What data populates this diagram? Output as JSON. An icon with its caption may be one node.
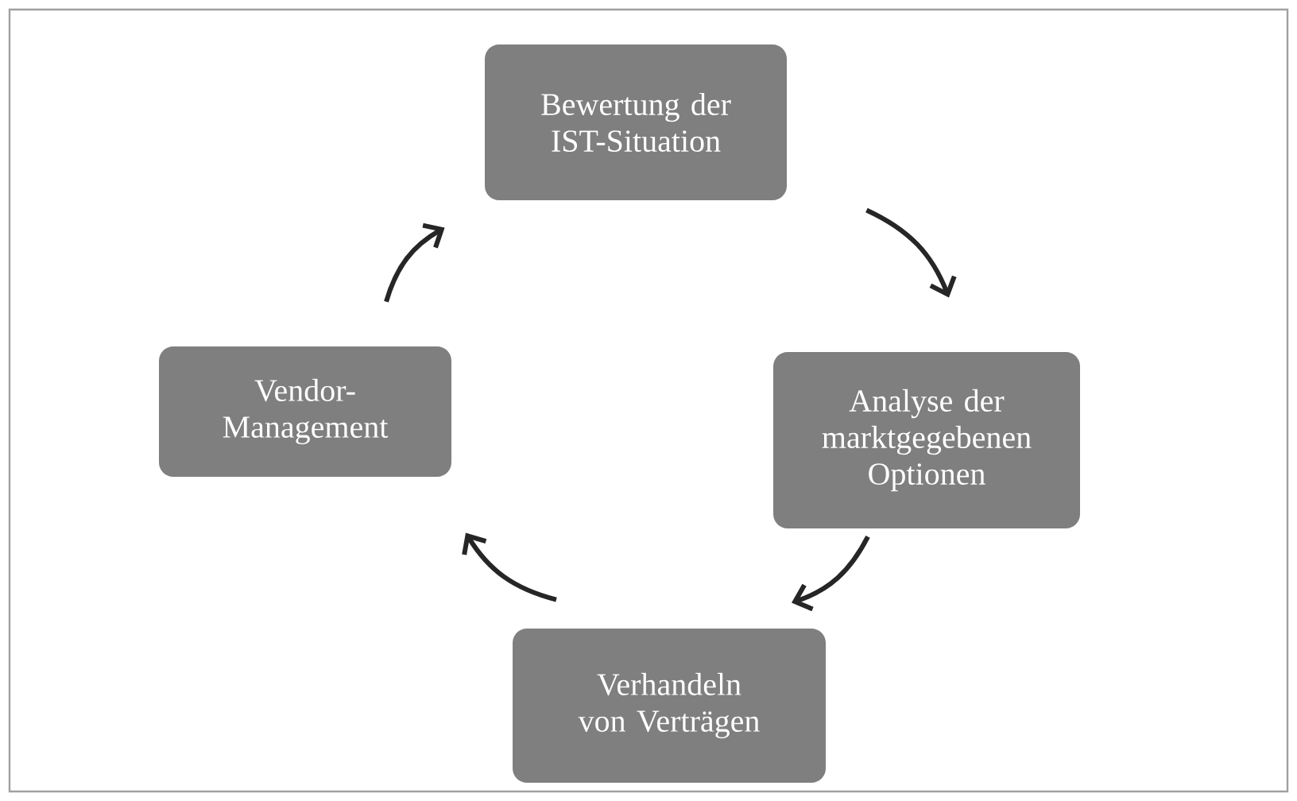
{
  "diagram": {
    "nodes": [
      {
        "text": [
          "Bewertung der IST-Situation"
        ]
      },
      {
        "text": [
          "Analyse der marktgegebenen Optionen"
        ]
      },
      {
        "text": [
          "Verhandeln von Verträgen"
        ]
      },
      {
        "text": [
          "Vendor-Management"
        ]
      }
    ],
    "edges": [
      {
        "from": 0,
        "to": 1,
        "arrow": "to"
      },
      {
        "from": 1,
        "to": 2,
        "arrow": "to"
      },
      {
        "from": 2,
        "to": 3,
        "arrow": "to"
      },
      {
        "from": 3,
        "to": 0,
        "arrow": "to"
      }
    ]
  }
}
